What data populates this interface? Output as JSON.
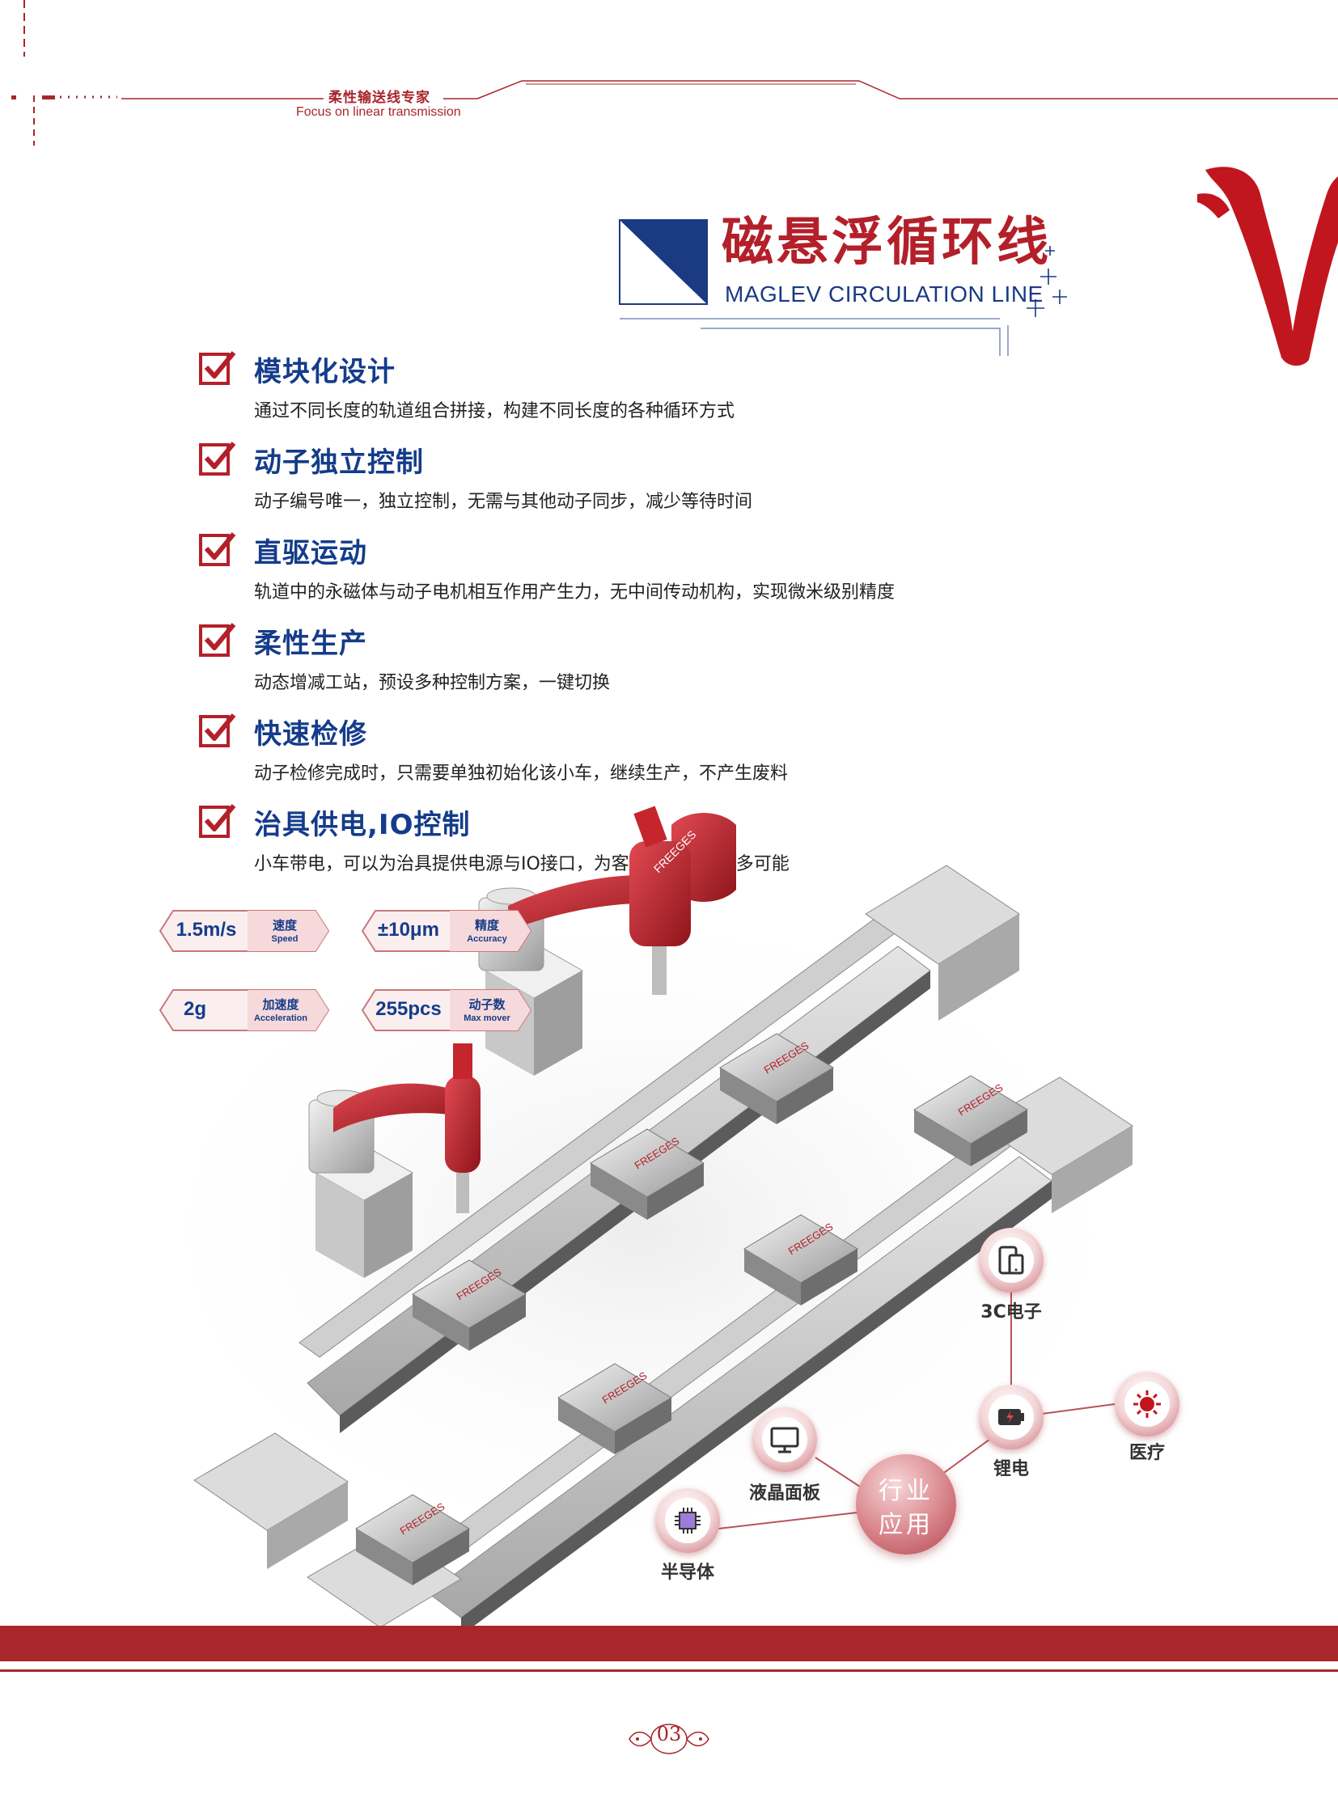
{
  "header": {
    "tagline_cn": "柔性输送线专家",
    "tagline_en": "Focus on linear transmission"
  },
  "title": {
    "cn": "磁悬浮循环线",
    "en": "MAGLEV CIRCULATION LINE"
  },
  "features": [
    {
      "title": "模块化设计",
      "desc": "通过不同长度的轨道组合拼接，构建不同长度的各种循环方式"
    },
    {
      "title": "动子独立控制",
      "desc": "动子编号唯一，独立控制，无需与其他动子同步，减少等待时间"
    },
    {
      "title": "直驱运动",
      "desc": "轨道中的永磁体与动子电机相互作用产生力，无中间传动机构，实现微米级别精度"
    },
    {
      "title": "柔性生产",
      "desc": "动态增减工站，预设多种控制方案，一键切换"
    },
    {
      "title": "快速检修",
      "desc": "动子检修完成时，只需要单独初始化该小车，继续生产，不产生废料"
    },
    {
      "title": "治具供电,IO控制",
      "desc": "小车带电，可以为治具提供电源与IO接口，为客户生产提供更多可能"
    }
  ],
  "specs": [
    {
      "value": "1.5m/s",
      "cn": "速度",
      "en": "Speed"
    },
    {
      "value": "±10μm",
      "cn": "精度",
      "en": "Accuracy"
    },
    {
      "value": "2g",
      "cn": "加速度",
      "en": "Acceleration"
    },
    {
      "value": "255pcs",
      "cn": "动子数",
      "en": "Max mover"
    }
  ],
  "machine": {
    "brand": "FREEGES"
  },
  "applications": {
    "center_line1": "行业",
    "center_line2": "应用",
    "nodes": [
      {
        "label": "3C电子",
        "icon": "phone-tablet-icon"
      },
      {
        "label": "锂电",
        "icon": "battery-icon"
      },
      {
        "label": "医疗",
        "icon": "medical-virus-icon"
      },
      {
        "label": "液晶面板",
        "icon": "monitor-icon"
      },
      {
        "label": "半导体",
        "icon": "chip-icon"
      }
    ]
  },
  "footer": {
    "page_number": "03"
  },
  "colors": {
    "brand_red": "#a9262d",
    "title_red": "#b3202a",
    "navy": "#143c8a"
  }
}
